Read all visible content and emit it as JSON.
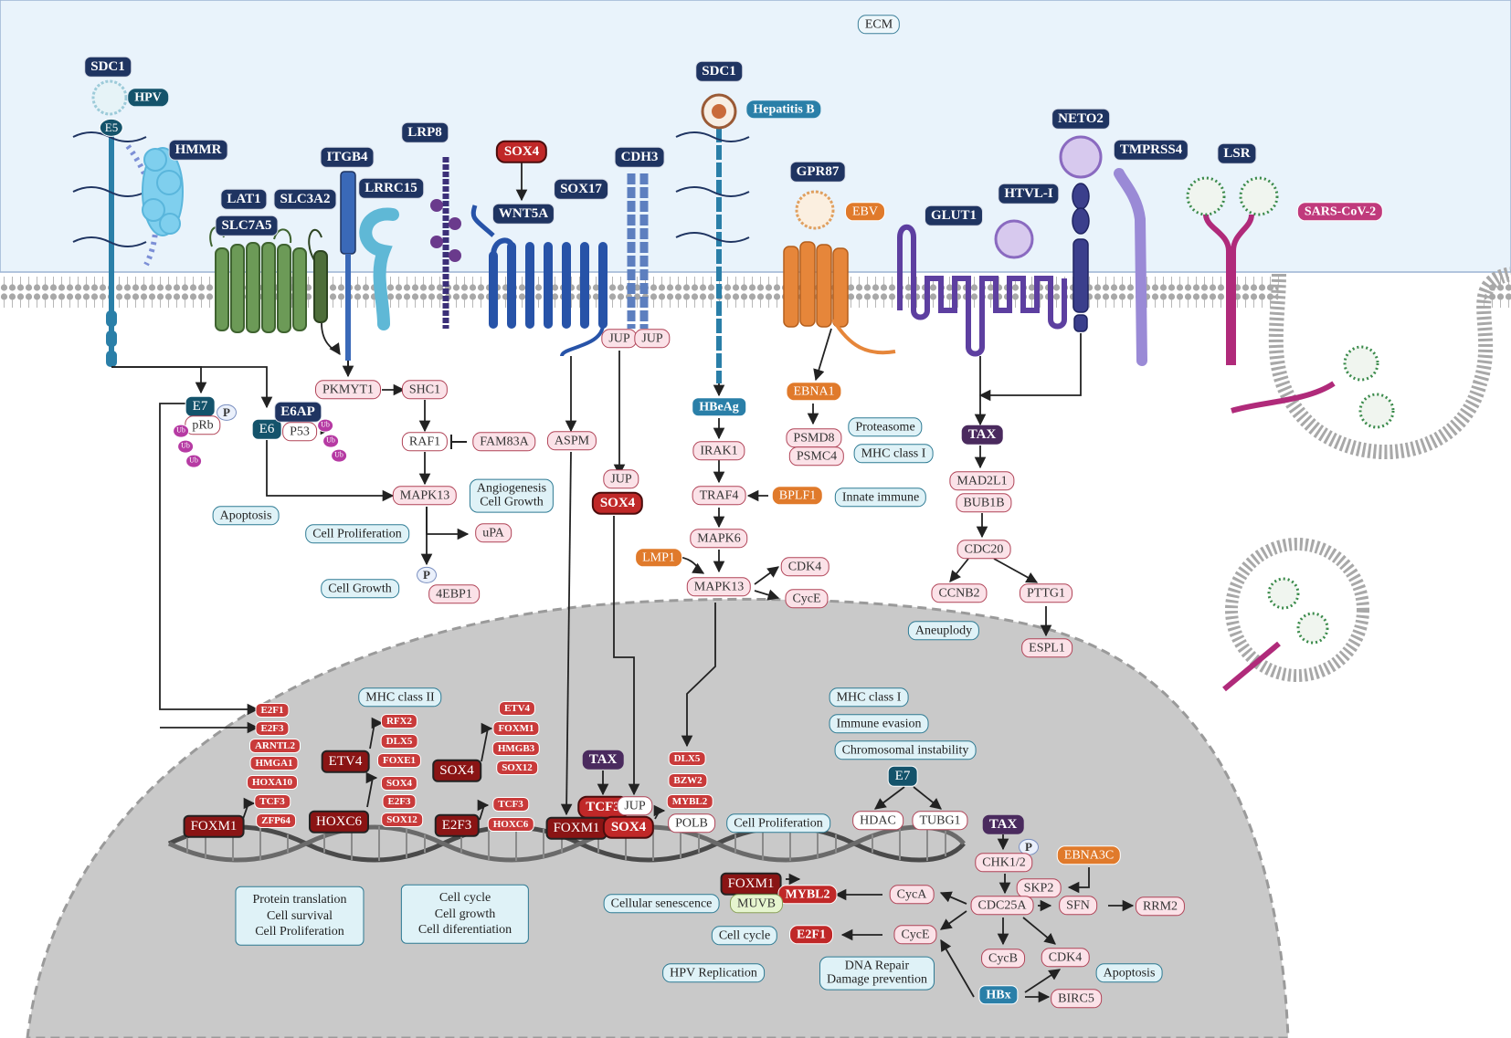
{
  "diagram": {
    "compartments": {
      "ecm": "ECM"
    },
    "receptors": {
      "sdc1_left": "SDC1",
      "hmmr": "HMMR",
      "lat1": "LAT1",
      "slc7a5": "SLC7A5",
      "slc3a2": "SLC3A2",
      "itgb4": "ITGB4",
      "lrrc15": "LRRC15",
      "lrp8": "LRP8",
      "sox4_top": "SOX4",
      "sox17": "SOX17",
      "wnt5a": "WNT5A",
      "cdh3": "CDH3",
      "sdc1_mid": "SDC1",
      "gpr87": "GPR87",
      "glut1": "GLUT1",
      "neto2": "NETO2",
      "tmprss4": "TMPRSS4",
      "lsr": "LSR"
    },
    "viruses": {
      "hpv": "HPV",
      "hepatitis_b": "Hepatitis B",
      "ebv": "EBV",
      "htvl1": "HTVL-I",
      "sars": "SARS-CoV-2"
    },
    "hpv_proteins": {
      "e5": "E5",
      "e7": "E7",
      "e6": "E6",
      "e6ap": "E6AP",
      "p53": "P53",
      "prb": "pRb",
      "ub": "Ub",
      "p": "P"
    },
    "cytoplasm": {
      "pkmyt1": "PKMYT1",
      "shc1": "SHC1",
      "raf1": "RAF1",
      "fam83a": "FAM83A",
      "mapk13_left": "MAPK13",
      "upa": "uPA",
      "ebp1": "4EBP1",
      "aspm": "ASPM",
      "jup_a": "JUP",
      "jup_b": "JUP",
      "jup_c": "JUP",
      "sox4_mid": "SOX4",
      "hbeag": "HBeAg",
      "irak1": "IRAK1",
      "traf4": "TRAF4",
      "bplf1": "BPLF1",
      "mapk6": "MAPK6",
      "lmp1": "LMP1",
      "mapk13_mid": "MAPK13",
      "cdk4_mid": "CDK4",
      "cyce_mid": "CycE",
      "ebna1": "EBNA1",
      "psmd8": "PSMD8",
      "psmc4": "PSMC4",
      "tax_top": "TAX",
      "mad2l1": "MAD2L1",
      "bub1b": "BUB1B",
      "cdc20": "CDC20",
      "ccnb2": "CCNB2",
      "pttg1": "PTTG1",
      "espl1": "ESPL1"
    },
    "outcomes": {
      "apoptosis_left": "Apoptosis",
      "angiogenesis": "Angiogenesis\nCell Growth",
      "cell_prolif_left": "Cell Proliferation",
      "cell_growth_left": "Cell Growth",
      "proteasome": "Proteasome",
      "mhc1_top": "MHC class I",
      "innate_immune": "Innate immune",
      "aneuploidy": "Aneuplody",
      "mhc2": "MHC class II",
      "mhc1_nuc": "MHC class I",
      "immune_evasion": "Immune evasion",
      "chrom_instab": "Chromosomal instability",
      "cell_prolif_nuc": "Cell Proliferation",
      "cell_senescence": "Cellular senescence",
      "cell_cycle": "Cell cycle",
      "hpv_replication": "HPV Replication",
      "dna_repair": "DNA Repair\nDamage prevention",
      "apoptosis_right": "Apoptosis"
    },
    "summary_boxes": {
      "box1": "Protein translation\nCell survival\nCell Proliferation",
      "box2": "Cell cycle\nCell growth\nCell diferentiation"
    },
    "nucleus": {
      "tf_e2f1": "E2F1",
      "tf_e2f3": "E2F3",
      "tf_arntl2": "ARNTL2",
      "tf_hmga1": "HMGA1",
      "tf_hoxa10": "HOXA10",
      "tf_tcf3": "TCF3",
      "tf_zfp64": "ZFP64",
      "foxm1_a": "FOXM1",
      "tf_rfx2": "RFX2",
      "tf_dlx5a": "DLX5",
      "tf_foxe1": "FOXE1",
      "etv4_big": "ETV4",
      "tf_sox4a": "SOX4",
      "tf_e2f3b": "E2F3",
      "tf_sox12a": "SOX12",
      "hoxc6_big": "HOXC6",
      "tf_etv4": "ETV4",
      "tf_foxm1b": "FOXM1",
      "tf_hmgb3": "HMGB3",
      "tf_sox12b": "SOX12",
      "sox4_big": "SOX4",
      "tf_tcf3b": "TCF3",
      "tf_hoxc6": "HOXC6",
      "e2f3_big": "E2F3",
      "tax_nuc": "TAX",
      "tcf3_mid": "TCF3",
      "jup_nuc": "JUP",
      "foxm1_mid": "FOXM1",
      "sox4_nuc": "SOX4",
      "tf_dlx5b": "DLX5",
      "tf_bzw2": "BZW2",
      "tf_mybl2": "MYBL2",
      "polb": "POLB",
      "e7_nuc": "E7",
      "hdac": "HDAC",
      "tubg1": "TUBG1",
      "tax_nuc2": "TAX",
      "p_nuc": "P",
      "chk12": "CHK1/2",
      "ebna3c": "EBNA3C",
      "skp2": "SKP2",
      "cdc25a": "CDC25A",
      "sfn": "SFN",
      "rrm2": "RRM2",
      "foxm1_low": "FOXM1",
      "mybl2_low": "MYBL2",
      "muvb": "MUVB",
      "cyca": "CycA",
      "cyce_low": "CycE",
      "e2f1_low": "E2F1",
      "cycb": "CycB",
      "cdk4_low": "CDK4",
      "hbx": "HBx",
      "birc5": "BIRC5"
    }
  }
}
